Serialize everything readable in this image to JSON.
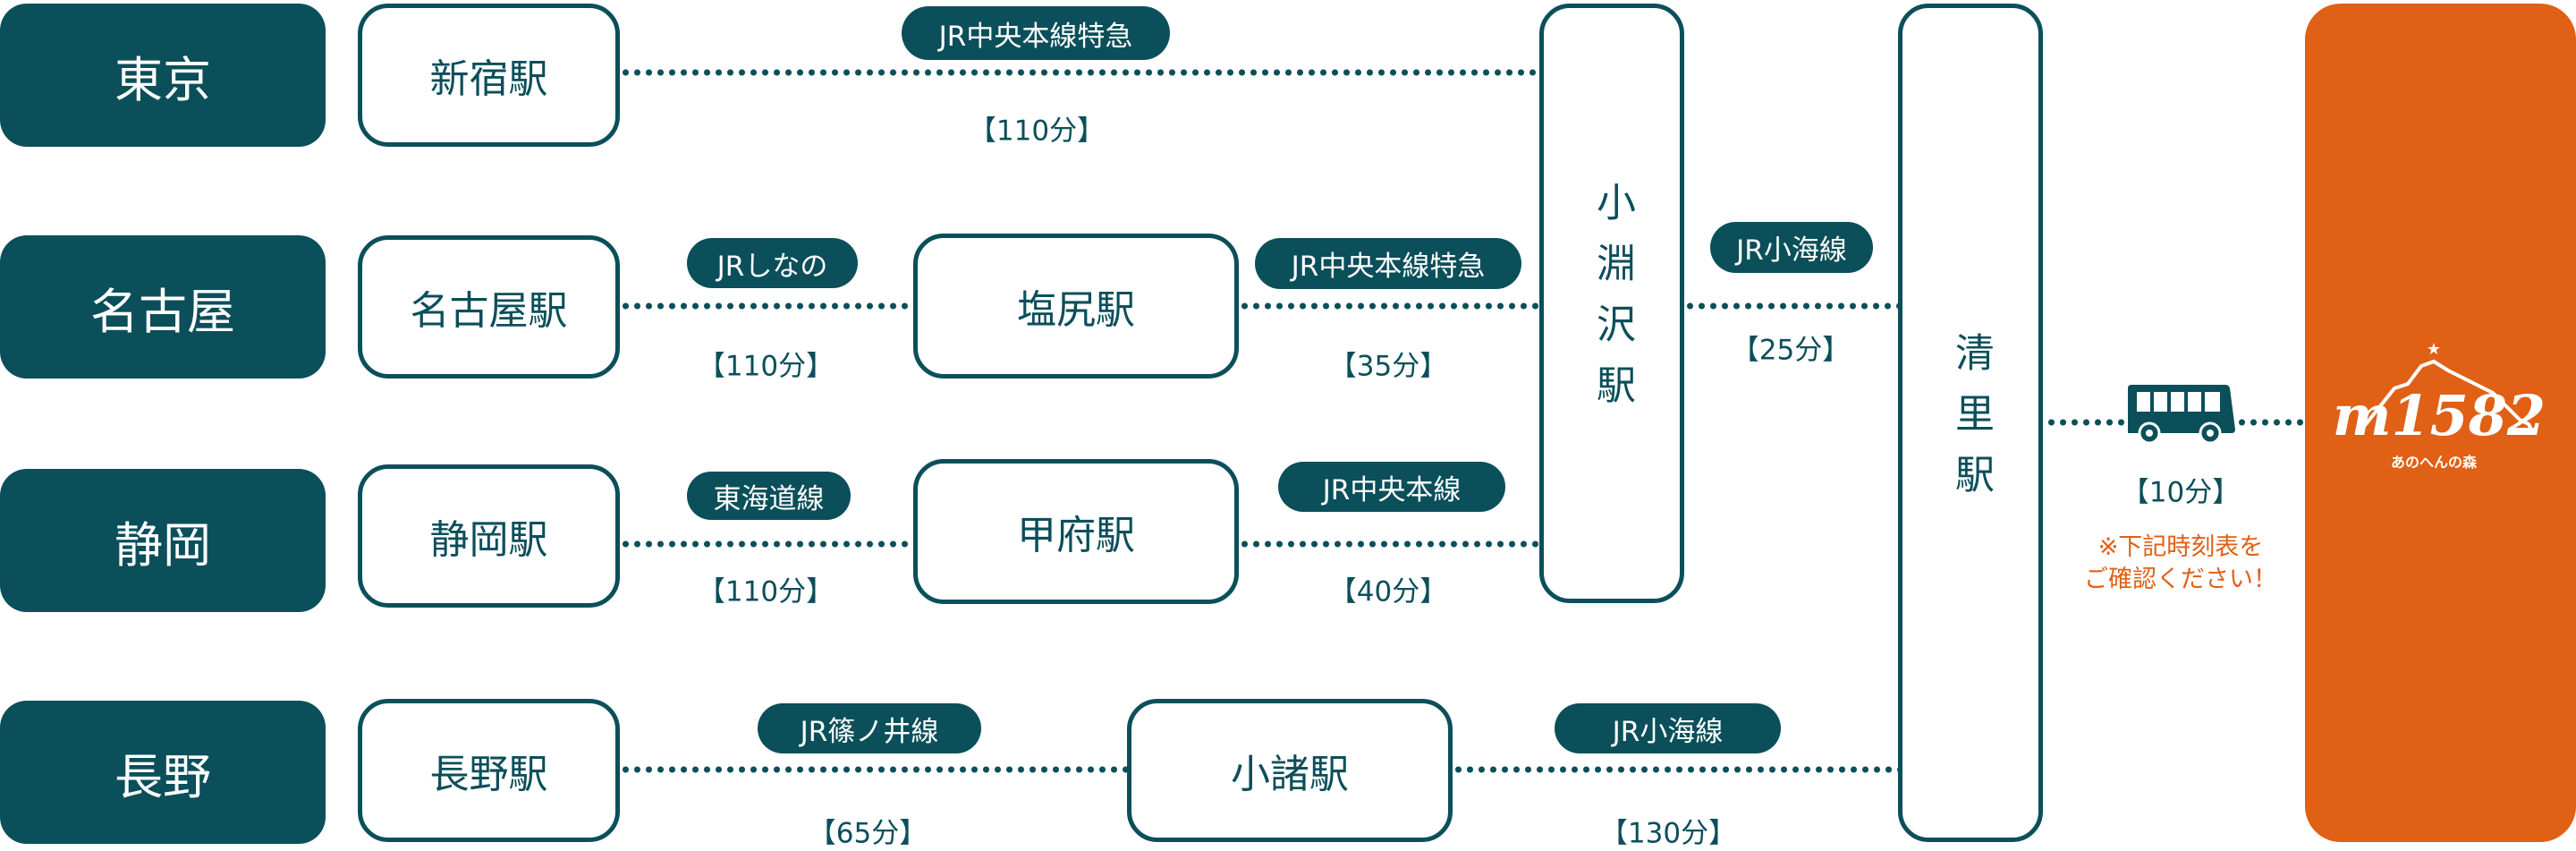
{
  "regions": [
    "東京",
    "名古屋",
    "静岡",
    "長野"
  ],
  "stations": {
    "shinjuku": "新宿駅",
    "nagoya": "名古屋駅",
    "shizuoka": "静岡駅",
    "nagano": "長野駅",
    "shiojiri": "塩尻駅",
    "kofu": "甲府駅",
    "komoro": "小諸駅",
    "kobuchizawa": "小淵沢駅",
    "kiyosato": "清里駅"
  },
  "lines": {
    "tokyo_chuo_express": "JR中央本線特急",
    "shinano": "JRしなの",
    "shiojiri_chuo_express": "JR中央本線特急",
    "koumi_1": "JR小海線",
    "tokaido": "東海道線",
    "chuo": "JR中央本線",
    "shinonoi": "JR篠ノ井線",
    "koumi_2": "JR小海線"
  },
  "durations": {
    "shinjuku_kobuchizawa": "【110分】",
    "nagoya_shiojiri": "【110分】",
    "shiojiri_kobuchizawa": "【35分】",
    "kobuchizawa_kiyosato": "【25分】",
    "shizuoka_kofu": "【110分】",
    "kofu_kobuchizawa": "【40分】",
    "nagano_komoro": "【65分】",
    "komoro_kiyosato": "【130分】",
    "bus": "【10分】"
  },
  "bus_note": [
    "※下記時刻表を",
    "ご確認ください！"
  ],
  "destination": {
    "logo_text": "m1582",
    "logo_subtext": "あのへんの森"
  },
  "colors": {
    "primary": "#0b4f5a",
    "accent": "#e06016"
  }
}
